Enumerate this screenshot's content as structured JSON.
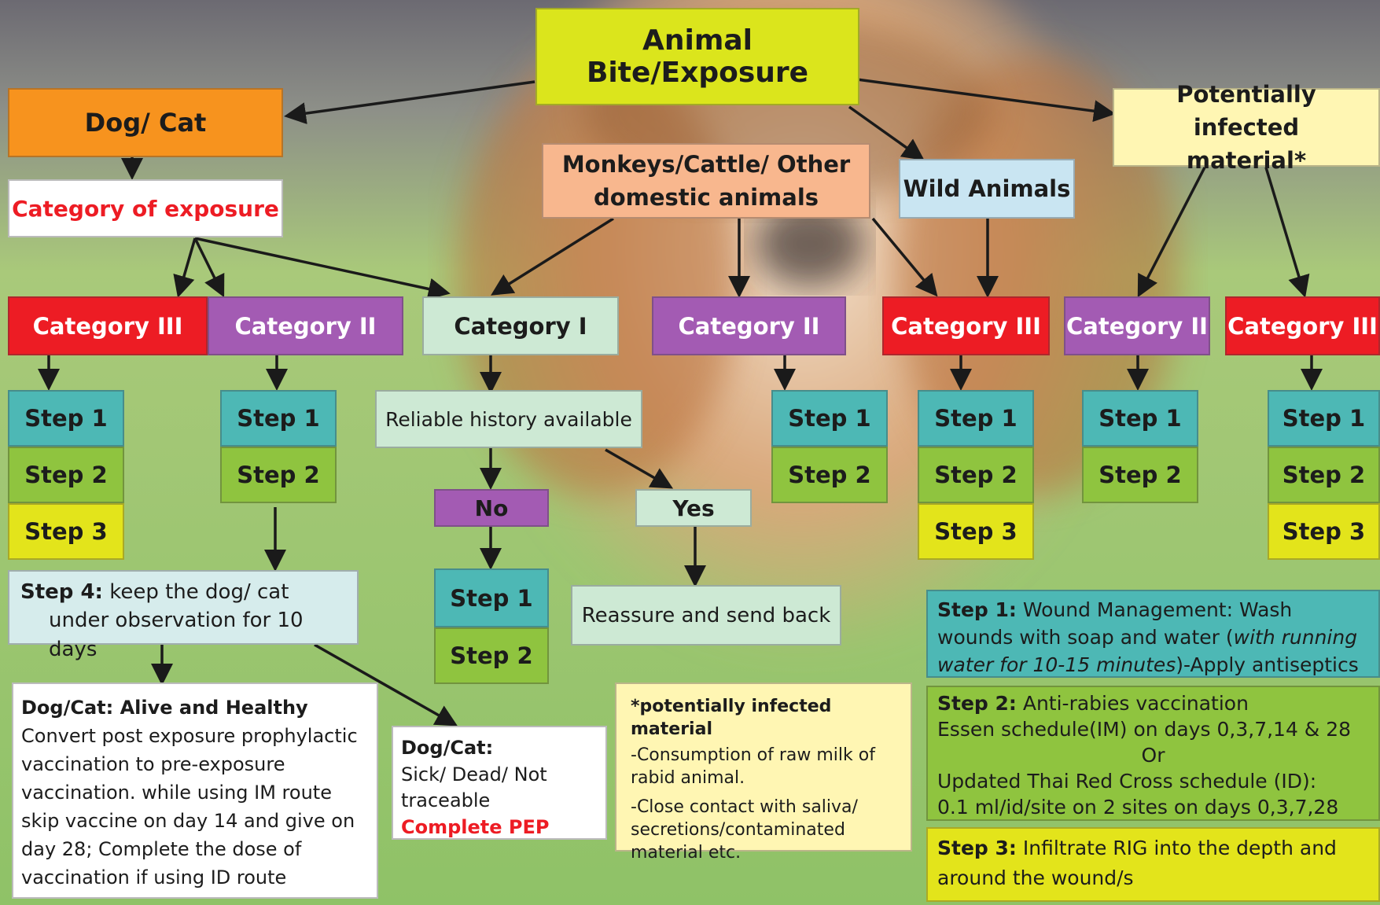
{
  "nodes": {
    "root": "Animal Bite/Exposure",
    "dogcat": "Dog/ Cat",
    "category_of_exposure": "Category of exposure",
    "monkeys": "Monkeys/Cattle/ Other domestic animals",
    "wild": "Wild Animals",
    "potential": "Potentially infected material*",
    "cat3_a": "Category III",
    "cat2_a": "Category II",
    "cat1": "Category I",
    "cat2_b": "Category II",
    "cat3_b": "Category III",
    "cat2_c": "Category II",
    "cat3_c": "Category III",
    "reliable": "Reliable history available",
    "no": "No",
    "yes": "Yes",
    "reassure": "Reassure and send back",
    "step1": "Step 1",
    "step2": "Step 2",
    "step3": "Step 3"
  },
  "step4": {
    "label": "Step 4:",
    "text_line1": "keep the dog/ cat",
    "text_line2": "under observation for 10 days"
  },
  "alive": {
    "title": "Dog/Cat: Alive and Healthy",
    "body": "Convert post exposure prophylactic vaccination to pre-exposure vaccination. while using IM route skip vaccine on day 14 and give on day 28; Complete the dose of vaccination if using ID route"
  },
  "sick": {
    "title": "Dog/Cat:",
    "body": "Sick/ Dead/ Not traceable",
    "action": "Complete PEP"
  },
  "infected_note": {
    "title": "*potentially infected material",
    "item1": "-Consumption of raw milk of rabid animal.",
    "item2": "-Close contact with saliva/ secretions/contaminated material etc."
  },
  "legend": {
    "step1_label": "Step 1:",
    "step1_text": "Wound Management: Wash wounds with soap and water (",
    "step1_italic": "with running water for 10-15 minutes",
    "step1_tail": ")-Apply antiseptics",
    "step2_label": "Step 2:",
    "step2_line1": "Anti-rabies vaccination",
    "step2_line2": "Essen schedule(IM) on days 0,3,7,14 & 28",
    "step2_or": "Or",
    "step2_line3": "Updated Thai Red Cross schedule (ID):",
    "step2_line4": "0.1 ml/id/site on 2 sites on days 0,3,7,28",
    "step3_label": "Step 3:",
    "step3_text": "Infiltrate RIG into the depth and around the wound/s"
  },
  "colors": {
    "orange": "#f7931e",
    "red": "#ed1c24",
    "purple": "#a35bb3",
    "mint": "#cde9d4",
    "teal": "#4db8b5",
    "green": "#8fc43f",
    "yellow": "#e3e41b"
  }
}
